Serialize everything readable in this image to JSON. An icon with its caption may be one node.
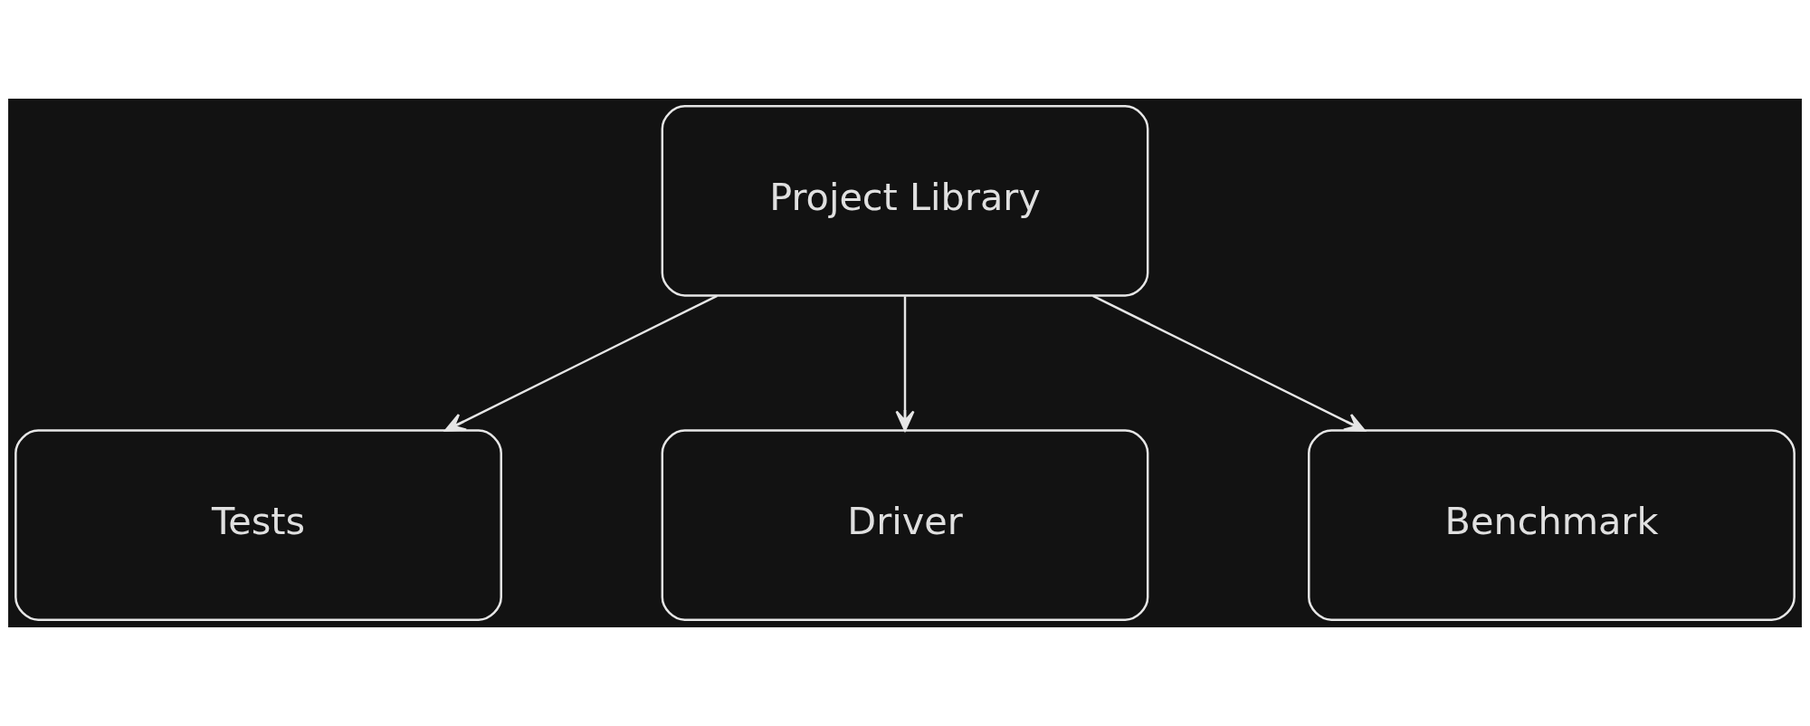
{
  "diagram": {
    "nodes": [
      {
        "text": [
          "Project Library"
        ]
      },
      {
        "text": [
          "Tests"
        ]
      },
      {
        "text": [
          "Driver"
        ]
      },
      {
        "text": [
          "Benchmark"
        ]
      }
    ],
    "edges": [
      {
        "from": 0,
        "to": 1,
        "arrow": "to"
      },
      {
        "from": 0,
        "to": 2,
        "arrow": "to"
      },
      {
        "from": 0,
        "to": 3,
        "arrow": "to"
      }
    ]
  }
}
